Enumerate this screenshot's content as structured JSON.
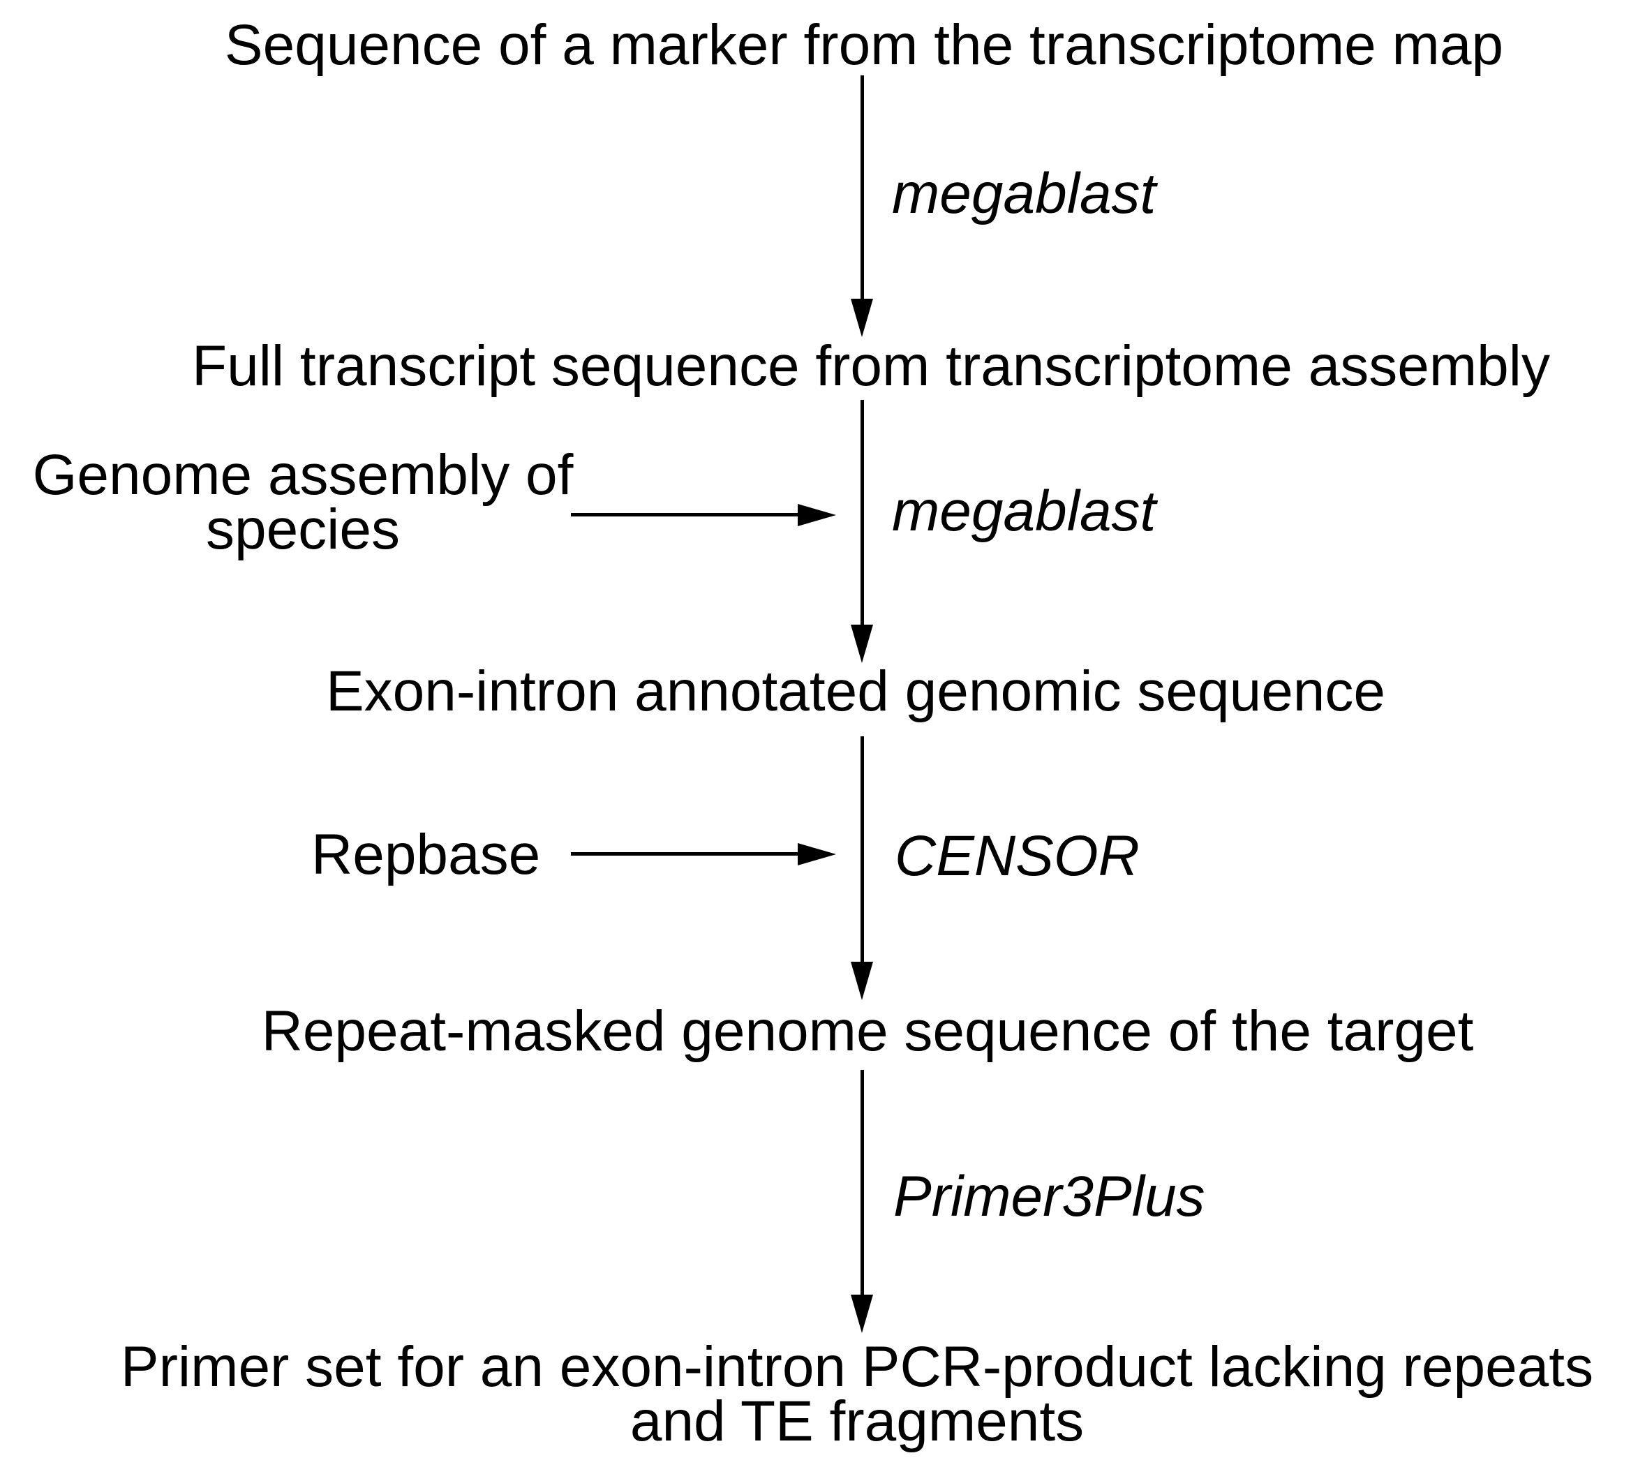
{
  "diagram": {
    "nodes": {
      "marker_sequence": "Sequence of a marker from the transcriptome map",
      "full_transcript": "Full transcript sequence from transcriptome assembly",
      "genome_assembly": {
        "line1": "Genome assembly of",
        "line2": "species"
      },
      "exon_intron": "Exon-intron annotated genomic sequence",
      "repbase": "Repbase",
      "repeat_masked": "Repeat-masked genome sequence of the target",
      "primer_set": {
        "line1": "Primer set for an exon-intron PCR-product lacking repeats",
        "line2": "and TE fragments"
      }
    },
    "tool_labels": {
      "megablast_1": "megablast",
      "megablast_2": "megablast",
      "censor": "CENSOR",
      "primer3plus": "Primer3Plus"
    },
    "colors": {
      "text": "#000000",
      "line": "#000000",
      "background": "#ffffff"
    }
  }
}
